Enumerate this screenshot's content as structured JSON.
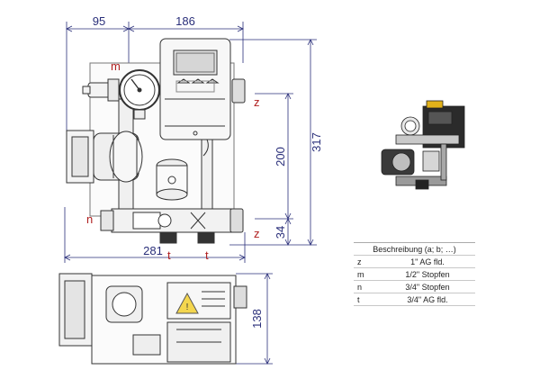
{
  "colors": {
    "dimension": "#2a2f7a",
    "label": "#b02020",
    "line": "#333333"
  },
  "dimensions": {
    "d95": "95",
    "d186": "186",
    "d317": "317",
    "d200": "200",
    "d34": "34",
    "d281": "281",
    "d138": "138"
  },
  "labels": {
    "m": "m",
    "z_top": "z",
    "z_bottom": "z",
    "n": "n",
    "t_left": "t",
    "t_right": "t"
  },
  "legend": {
    "header": "Beschreibung (a; b; …)",
    "rows": [
      {
        "key": "z",
        "value": "1\" AG fld."
      },
      {
        "key": "m",
        "value": "1/2\" Stopfen"
      },
      {
        "key": "n",
        "value": "3/4\" Stopfen"
      },
      {
        "key": "t",
        "value": "3/4\" AG fld."
      }
    ]
  }
}
